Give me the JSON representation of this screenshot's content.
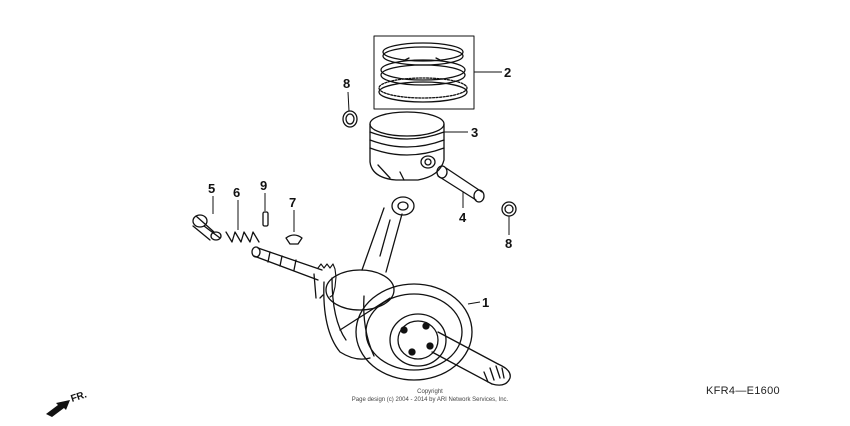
{
  "parts": [
    {
      "id": "piston-rings",
      "label": "2"
    },
    {
      "id": "piston",
      "label": "3"
    },
    {
      "id": "piston-pin-clip-upper",
      "label": "8"
    },
    {
      "id": "piston-pin",
      "label": "4"
    },
    {
      "id": "piston-pin-clip-lower",
      "label": "8"
    },
    {
      "id": "crankshaft",
      "label": "1"
    },
    {
      "id": "cam-chain-tensioner-bolt",
      "label": "5"
    },
    {
      "id": "spring",
      "label": "6"
    },
    {
      "id": "pin",
      "label": "9"
    },
    {
      "id": "woodruff-key",
      "label": "7"
    }
  ],
  "diagram_code": "KFR4—E1600",
  "direction_label": "FR.",
  "copyright": {
    "line1": "Copyright",
    "line2": "Page design (c) 2004 - 2014 by ARI Network Services, Inc."
  },
  "icons": {
    "direction": "front-arrow-icon"
  },
  "colors": {
    "line": "#111111",
    "background": "#ffffff"
  }
}
